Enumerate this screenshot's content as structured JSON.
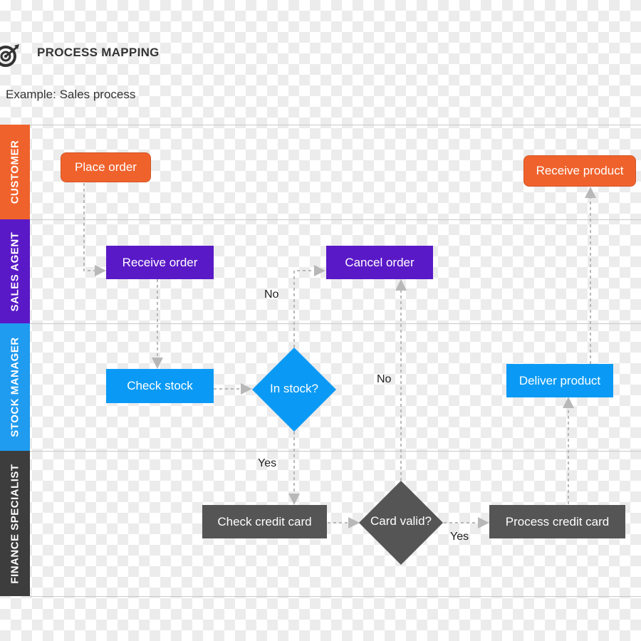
{
  "header": {
    "title": "PROCESS MAPPING",
    "subtitle": "Example: Sales process",
    "icon": "target-icon"
  },
  "lanes": [
    {
      "id": "customer",
      "label": "CUSTOMER",
      "color": "#f0622c"
    },
    {
      "id": "sales-agent",
      "label": "SALES AGENT",
      "color": "#5a19c7"
    },
    {
      "id": "stock-manager",
      "label": "STOCK MANAGER",
      "color": "#1f9bf0"
    },
    {
      "id": "finance-specialist",
      "label": "FINANCE SPECIALIST",
      "color": "#3d3d3d"
    }
  ],
  "nodes": {
    "place_order": "Place order",
    "receive_product": "Receive product",
    "receive_order": "Receive order",
    "cancel_order": "Cancel order",
    "check_stock": "Check stock",
    "in_stock": "In stock?",
    "deliver_product": "Deliver product",
    "check_credit_card": "Check credit card",
    "card_valid": "Card valid?",
    "process_credit_card": "Process credit card"
  },
  "edge_labels": {
    "no_stock": "No",
    "no_card": "No",
    "yes_stock": "Yes",
    "yes_card": "Yes"
  },
  "colors": {
    "customer": "#f0622c",
    "sales_agent": "#5a19c7",
    "stock_manager": "#0a9af5",
    "finance": "#555555",
    "connector": "#b8b8b8"
  }
}
